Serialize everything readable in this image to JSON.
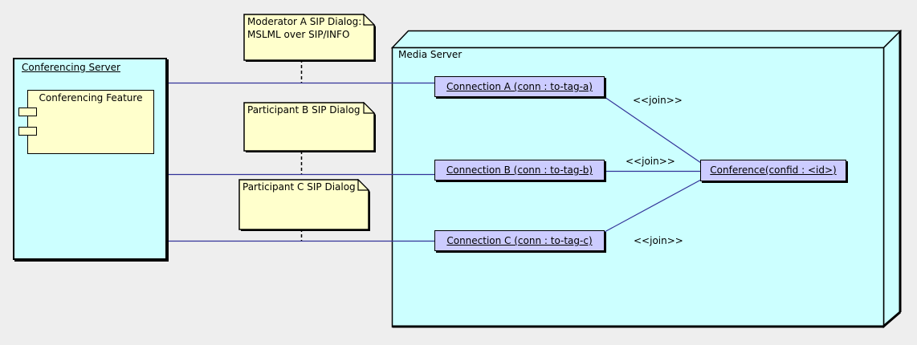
{
  "diagram": {
    "colors": {
      "background": "#eeeeee",
      "node_fill": "#ccffff",
      "note_fill": "#ffffcc",
      "instance_fill": "#ccccff",
      "connector_line": "#333399",
      "border": "#000000"
    },
    "conferencing_server": {
      "title": "Conferencing Server",
      "component_label": "Conferencing Feature"
    },
    "media_server": {
      "title": "Media Server"
    },
    "notes": [
      {
        "lines": [
          "Moderator A SIP Dialog:",
          "MSLML over SIP/INFO"
        ]
      },
      {
        "lines": [
          "Participant B SIP Dialog"
        ]
      },
      {
        "lines": [
          "Participant C SIP Dialog"
        ]
      }
    ],
    "connections": [
      {
        "label": "Connection A (conn : to-tag-a)"
      },
      {
        "label": "Connection B (conn : to-tag-b)"
      },
      {
        "label": "Connection C (conn : to-tag-c)"
      }
    ],
    "conference": {
      "label": "Conference(confid : <id>)"
    },
    "join_labels": [
      "<<join>>",
      "<<join>>",
      "<<join>>"
    ]
  }
}
